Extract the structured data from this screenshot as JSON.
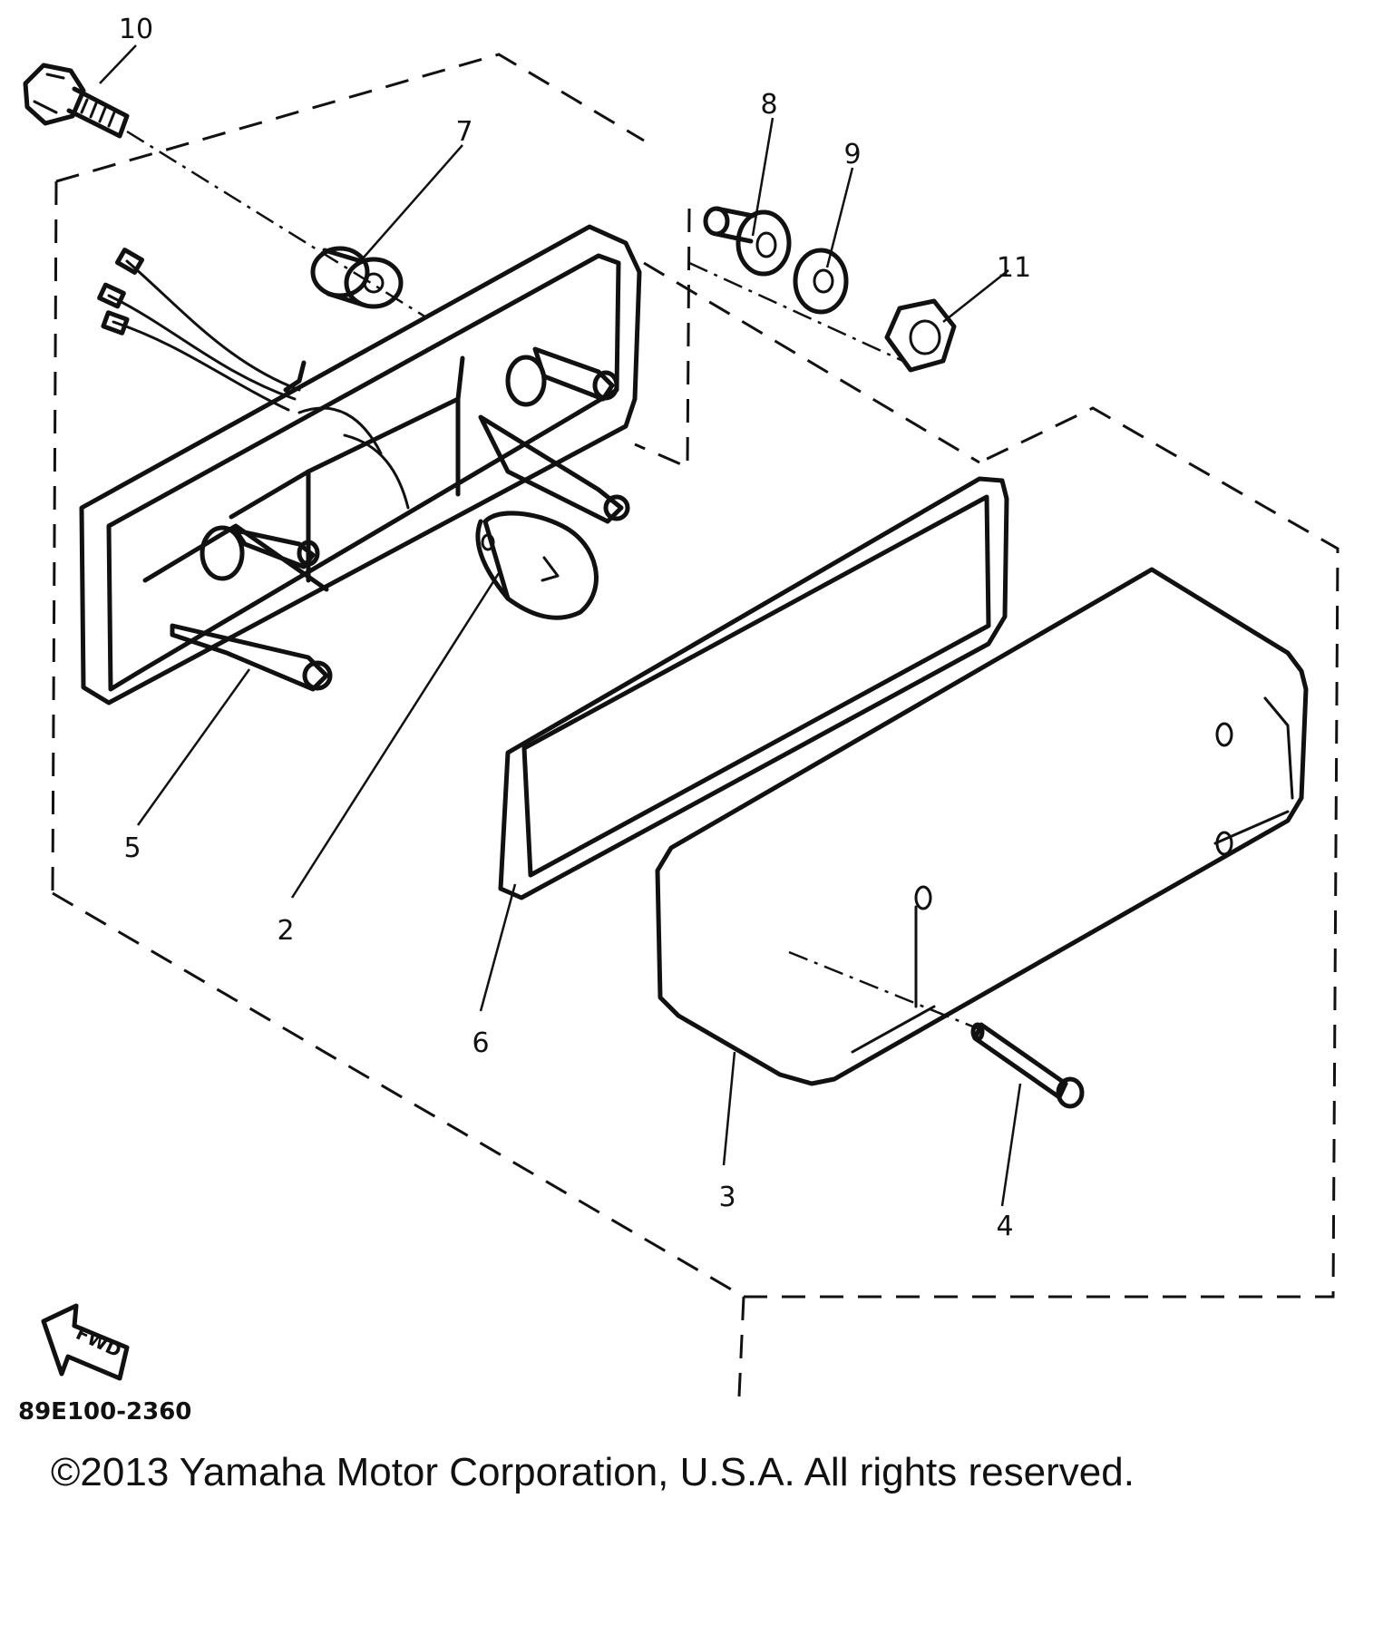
{
  "diagram": {
    "callouts": {
      "c1": "10",
      "c2": "7",
      "c3": "8",
      "c4": "9",
      "c5": "11",
      "c6": "5",
      "c7": "2",
      "c8": "6",
      "c9": "3",
      "c10": "4"
    },
    "fwd_label": "FWD",
    "part_code": "89E100-2360",
    "copyright": "©2013 Yamaha Motor Corporation, U.S.A. All rights reserved."
  }
}
